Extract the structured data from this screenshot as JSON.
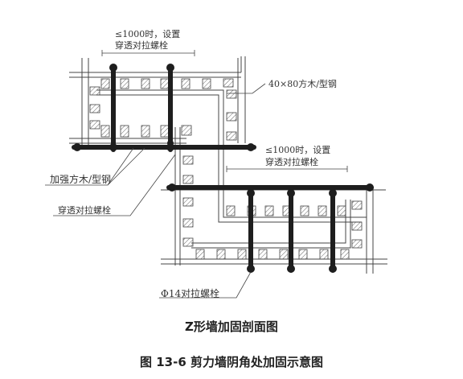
{
  "labels": {
    "spacing_top_1": "≤1000时，设置",
    "spacing_top_2": "穿透对拉螺栓",
    "timber_steel": "40×80方木/型钢",
    "spacing_right_1": "≤1000时，设置",
    "spacing_right_2": "穿透对拉螺栓",
    "reinforce": "加强方木/型钢",
    "through_bolt": "穿透对拉螺栓",
    "phi14_bolt": "Φ14对拉螺栓"
  },
  "caption": {
    "subtitle": "Z形墙加固剖面图",
    "figure": "图 13-6    剪力墙阴角处加固示意图"
  },
  "colors": {
    "bolt": "#1e1e1e",
    "line": "#444444",
    "hatch": "#555555"
  }
}
